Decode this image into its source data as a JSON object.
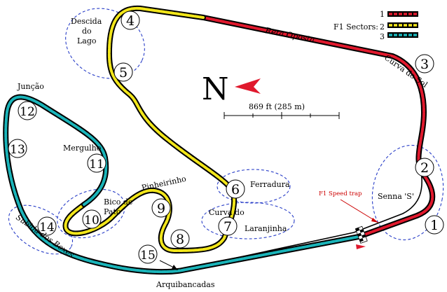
{
  "legend": {
    "label": "F1 Sectors:",
    "sectors": [
      {
        "number": "1",
        "color": "#e0192d"
      },
      {
        "number": "2",
        "color": "#f2e61a"
      },
      {
        "number": "3",
        "color": "#1ab4b9"
      }
    ]
  },
  "compass": {
    "letter": "N",
    "arrow_color": "#e0192d"
  },
  "scale": {
    "text": "869 ft (285 m)"
  },
  "speed_trap": {
    "text": "F1 Speed trap",
    "color": "#cc0000"
  },
  "corners": [
    {
      "id": "1",
      "name": ""
    },
    {
      "id": "2",
      "name": "Senna 'S'"
    },
    {
      "id": "3",
      "name": "Curva do Sol"
    },
    {
      "id": "4",
      "name": "Descida do Lago"
    },
    {
      "id": "5",
      "name": ""
    },
    {
      "id": "6",
      "name": "Ferradura"
    },
    {
      "id": "7",
      "name": ""
    },
    {
      "id": "8",
      "name": ""
    },
    {
      "id": "9",
      "name": "Pinheirinho"
    },
    {
      "id": "10",
      "name": "Bico de Pato"
    },
    {
      "id": "11",
      "name": "Mergulho"
    },
    {
      "id": "12",
      "name": "Junção"
    },
    {
      "id": "13",
      "name": ""
    },
    {
      "id": "14",
      "name": "Subida dos Boxes"
    },
    {
      "id": "15",
      "name": ""
    }
  ],
  "labels": {
    "reta_oposta": "Reta Oposta",
    "curva_do_sol": "Curva do Sol",
    "senna_s": "Senna 'S'",
    "descida_line1": "Descida",
    "descida_line2": "do",
    "descida_line3": "Lago",
    "juncao": "Junção",
    "mergulho": "Mergulho",
    "bico_line1": "Bico de",
    "bico_line2": "Pato",
    "pinheirinho": "Pinheirinho",
    "ferradura": "Ferradura",
    "curva_do_line1": "Curva do",
    "curva_do_line2": "Laranjinha",
    "subida": "Subida dos Boxes",
    "arquibancadas": "Arquibancadas"
  },
  "colors": {
    "sector1": "#e0192d",
    "sector2": "#f2e61a",
    "sector3": "#1ab4b9",
    "zone_outline": "#2a3fc8",
    "track": "#000000"
  }
}
